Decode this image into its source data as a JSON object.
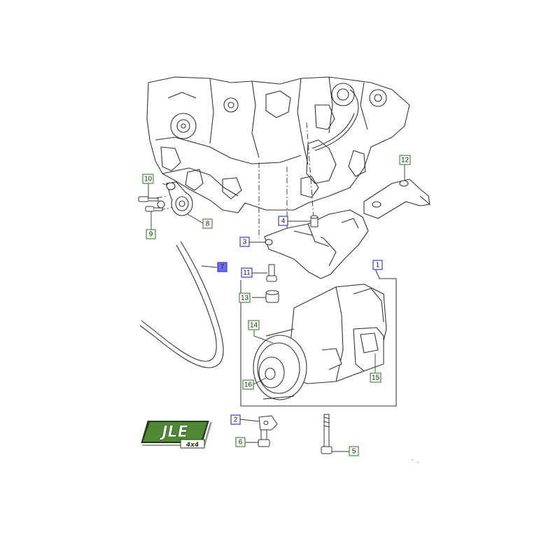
{
  "colors": {
    "line": "#333333",
    "callout_green": "#3f8f3a",
    "callout_blue": "#3a3fbf",
    "callout_fill_blue": "#6b6cf0",
    "logo_dark": "#1f3d17",
    "logo_green": "#4f8a33"
  },
  "callouts": [
    {
      "id": "1",
      "label": "1",
      "style": "blue"
    },
    {
      "id": "2",
      "label": "2",
      "style": "blue"
    },
    {
      "id": "3",
      "label": "3",
      "style": "blue"
    },
    {
      "id": "4",
      "label": "4",
      "style": "blue"
    },
    {
      "id": "5",
      "label": "5",
      "style": "green"
    },
    {
      "id": "6",
      "label": "6",
      "style": "green"
    },
    {
      "id": "7",
      "label": "7",
      "style": "filled"
    },
    {
      "id": "8",
      "label": "8",
      "style": "green"
    },
    {
      "id": "9",
      "label": "9",
      "style": "green"
    },
    {
      "id": "10",
      "label": "10",
      "style": "green"
    },
    {
      "id": "11",
      "label": "11",
      "style": "blue"
    },
    {
      "id": "12",
      "label": "12",
      "style": "green"
    },
    {
      "id": "13",
      "label": "13",
      "style": "green"
    },
    {
      "id": "14",
      "label": "14",
      "style": "green"
    },
    {
      "id": "15",
      "label": "15",
      "style": "green"
    },
    {
      "id": "16",
      "label": "16",
      "style": "green"
    }
  ],
  "logo": {
    "brand": "JLE",
    "subtext": "4x4",
    "icon": "jle-4x4-logo"
  }
}
